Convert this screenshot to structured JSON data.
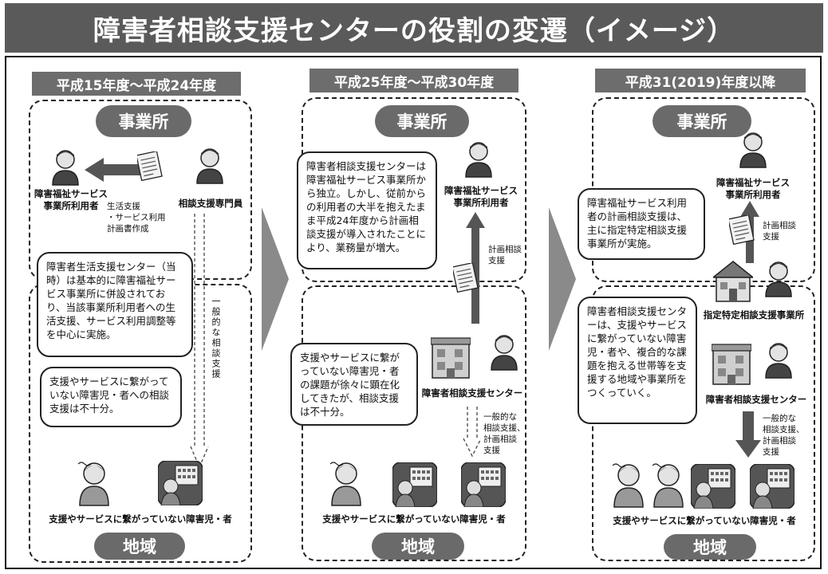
{
  "title": "障害者相談支援センターの役割の変遷（イメージ）",
  "periods": [
    {
      "label": "平成15年度〜平成24年度",
      "office_pill": "事業所",
      "region_pill": "地域",
      "user_label": "障害福祉サービス\n事業所利用者",
      "specialist_label": "相談支援専門員",
      "arrow_note": "生活支援\n・サービス利用\n計画書作成",
      "general_note": "一般的な相談支援",
      "bubble_1": "障害者生活支援センター（当時）は基本的に障害福祉サービス事業所に併設されており、当該事業所利用者への生活支援、サービス利用調整等を中心に実施。",
      "bubble_2": "支援やサービスに繋がっていない障害児・者への相談支援は不十分。",
      "bottom_label": "支援やサービスに繋がっていない障害児・者"
    },
    {
      "label": "平成25年度〜平成30年度",
      "office_pill": "事業所",
      "region_pill": "地域",
      "user_label": "障害福祉サービス\n事業所利用者",
      "plan_note": "計画相談\n支援",
      "center_label": "障害者相談支援センター",
      "general_note": "一般的な\n相談支援、\n計画相談\n支援",
      "bubble_1": "障害者相談支援センターは障害福祉サービス事業所から独立。しかし、従前からの利用者の大半を抱えたまま平成24年度から計画相談支援が導入されたことにより、業務量が増大。",
      "bubble_2": "支援やサービスに繋がっていない障害児・者の課題が徐々に顕在化してきたが、相談支援は不十分。",
      "bottom_label": "支援やサービスに繋がっていない障害児・者"
    },
    {
      "label": "平成31(2019)年度以降",
      "office_pill": "事業所",
      "region_pill": "地域",
      "user_label": "障害福祉サービス\n事業所利用者",
      "plan_note": "計画相談\n支援",
      "designated_label": "指定特定相談支援事業所",
      "center_label": "障害者相談支援センター",
      "general_note": "一般的な\n相談支援、\n計画相談\n支援",
      "bubble_1": "障害福祉サービス利用者の計画相談支援は、主に指定特定相談支援事業所が実施。",
      "bubble_2": "障害者相談支援センターは、支援やサービスに繋がっていない障害児・者や、複合的な課題を抱える世帯等を支援する地域や事業所をつくっていく。",
      "bottom_label": "支援やサービスに繋がっていない障害児・者"
    }
  ],
  "icons": {
    "person": "person-icon",
    "document": "document-icon",
    "building": "building-icon",
    "house": "house-icon",
    "withdrawn_person": "withdrawn-person-icon"
  },
  "colors": {
    "title_bg": "#5a5a5a",
    "period_bg": "#6d6d6d",
    "pill_bg": "#6a6a6a",
    "arrow": "#555555"
  }
}
